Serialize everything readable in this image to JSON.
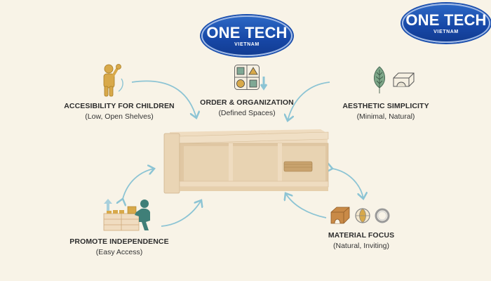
{
  "logos": [
    {
      "brand": "ONE TECH",
      "sub": "VIETNAM"
    },
    {
      "brand": "ONE TECH",
      "sub": "VIETNAM"
    }
  ],
  "features": [
    {
      "title": "ACCESIBILITY FOR CHILDREN",
      "subtitle": "(Low, Open Shelves)",
      "icon": "child-reaching-icon"
    },
    {
      "title": "ORDER & ORGANIZATION",
      "subtitle": "(Defined Spaces)",
      "icon": "sorting-grid-icon"
    },
    {
      "title": "AESTHETIC SIMPLICITY",
      "subtitle": "(Minimal, Natural)",
      "icon": "leaf-and-block-icon"
    },
    {
      "title": "PROMOTE INDEPENDENCE",
      "subtitle": "(Easy Access)",
      "icon": "child-at-shelf-icon"
    },
    {
      "title": "MATERIAL FOCUS",
      "subtitle": "(Natural, Inviting)",
      "icon": "natural-materials-icon"
    }
  ],
  "center": {
    "item": "three-compartment-wooden-shelf"
  },
  "colors": {
    "background": "#f8f3e7",
    "arrow": "#8cc4d4",
    "wood": "#e9d3b4",
    "gold": "#d8a94a",
    "teal": "#3f7f78",
    "logo_blue": "#1d4faa"
  }
}
